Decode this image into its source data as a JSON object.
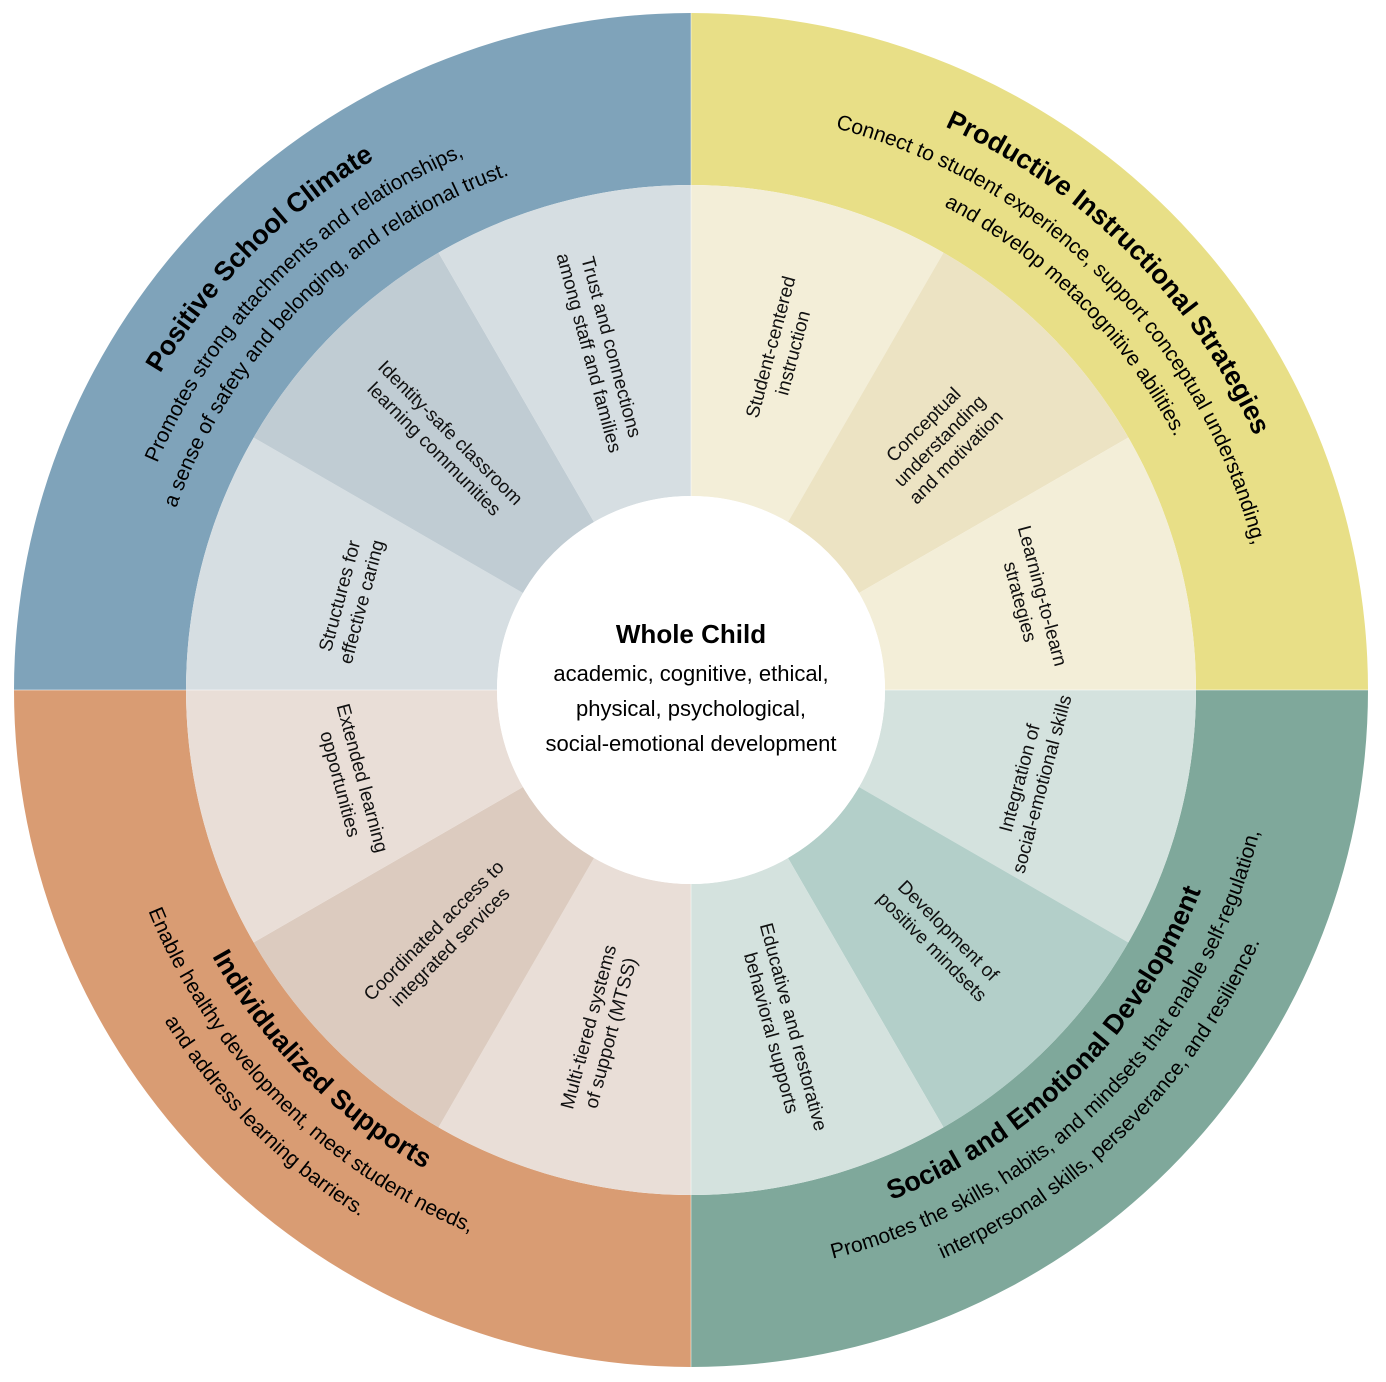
{
  "center": {
    "title": "Whole Child",
    "lines": [
      "academic, cognitive, ethical,",
      "physical, psychological,",
      "social-emotional development"
    ]
  },
  "quadrants": [
    {
      "id": "climate",
      "position": "top-left",
      "title": "Positive School Climate",
      "description_lines": [
        "Promotes strong attachments and relationships,",
        "a sense of safety and belonging, and relational trust."
      ],
      "colors": {
        "outer": "#7fa3ba",
        "inner_light": "#d6dee2",
        "inner_mid": "#c0ccd3"
      },
      "segments": [
        {
          "label_lines": [
            "Structures for",
            "effective caring"
          ]
        },
        {
          "label_lines": [
            "Identity-safe classroom",
            "learning communities"
          ]
        },
        {
          "label_lines": [
            "Trust and connections",
            "among staff and families"
          ]
        }
      ]
    },
    {
      "id": "instruction",
      "position": "top-right",
      "title": "Productive Instructional Strategies",
      "description_lines": [
        "Connect to student experience, support conceptual understanding,",
        "and develop metacognitive abilities."
      ],
      "colors": {
        "outer": "#e8df87",
        "inner_light": "#f3eed8",
        "inner_mid": "#ece3c3"
      },
      "segments": [
        {
          "label_lines": [
            "Student-centered",
            "instruction"
          ]
        },
        {
          "label_lines": [
            "Conceptual",
            "understanding",
            "and motivation"
          ]
        },
        {
          "label_lines": [
            "Learning-to-learn",
            "strategies"
          ]
        }
      ]
    },
    {
      "id": "sed",
      "position": "bottom-right",
      "title": "Social and Emotional Development",
      "description_lines": [
        "Promotes the skills, habits, and mindsets that enable self-regulation,",
        "interpersonal skills, perseverance, and resilience."
      ],
      "colors": {
        "outer": "#7fa89b",
        "inner_light": "#d4e2de",
        "inner_mid": "#b3cfc9"
      },
      "segments": [
        {
          "label_lines": [
            "Integration of",
            "social-emotional skills"
          ]
        },
        {
          "label_lines": [
            "Development of",
            "positive mindsets"
          ]
        },
        {
          "label_lines": [
            "Educative and restorative",
            "behavioral supports"
          ]
        }
      ]
    },
    {
      "id": "supports",
      "position": "bottom-left",
      "title": "Individualized Supports",
      "description_lines": [
        "Enable healthy development, meet student needs,",
        "and address learning barriers."
      ],
      "colors": {
        "outer": "#d99c73",
        "inner_light": "#e9ded7",
        "inner_mid": "#dccbbf"
      },
      "segments": [
        {
          "label_lines": [
            "Multi-tiered systems",
            "of support (MTSS)"
          ]
        },
        {
          "label_lines": [
            "Coordinated access to",
            "integrated services"
          ]
        },
        {
          "label_lines": [
            "Extended learning",
            "opportunities"
          ]
        }
      ]
    }
  ]
}
